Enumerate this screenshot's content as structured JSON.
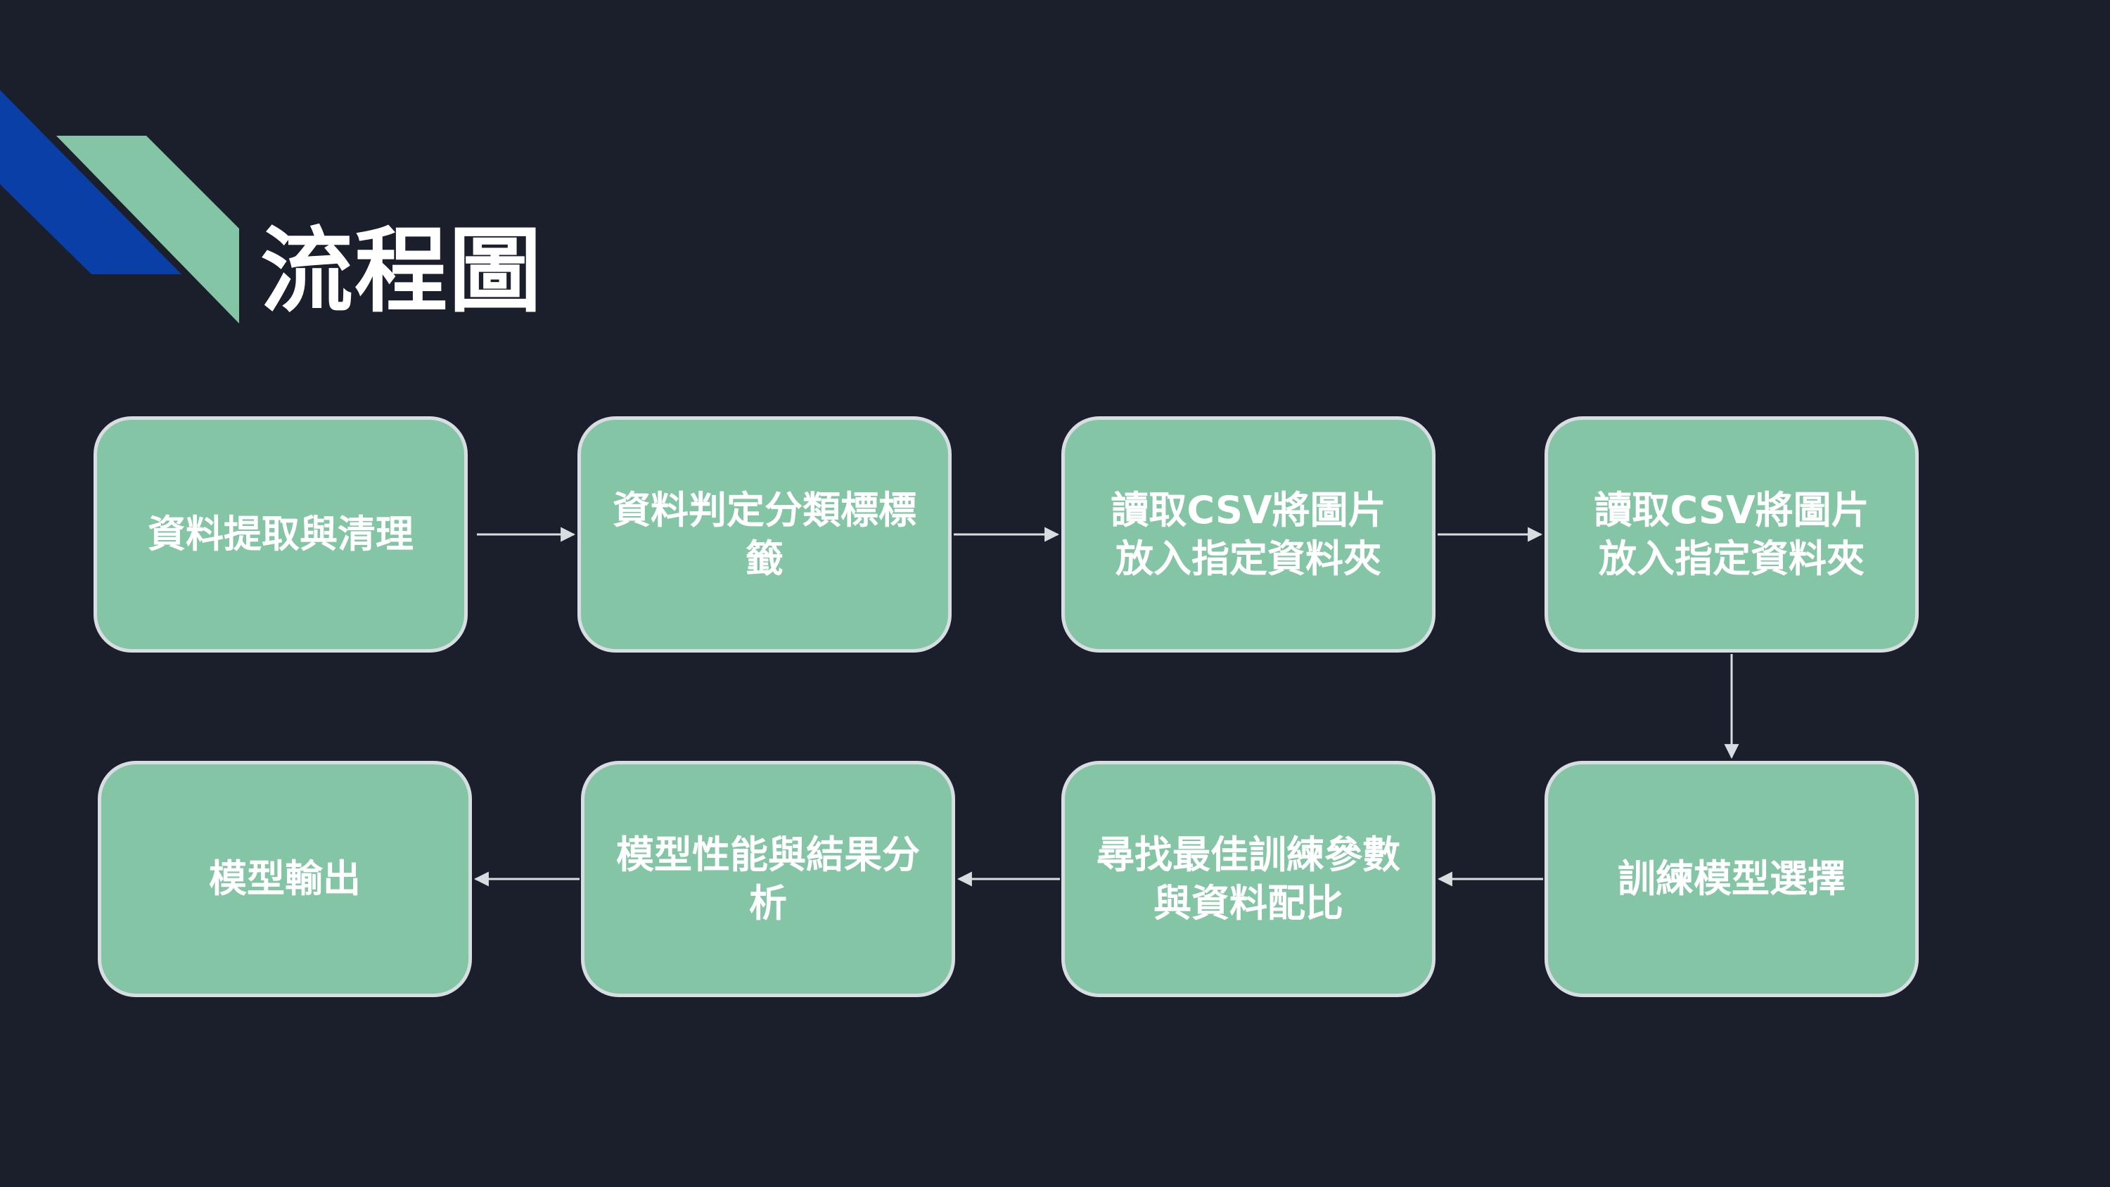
{
  "title": "流程圖",
  "colors": {
    "background": "#1b1f2c",
    "box_fill": "#84c5a6",
    "box_border": "#d8dde2",
    "accent_blue": "#0a3fa8",
    "accent_green": "#84c5a6",
    "connector": "#d8dde2"
  },
  "steps": [
    {
      "label": "資料提取與清理"
    },
    {
      "label": "資料判定分類標標籤"
    },
    {
      "label": "讀取CSV將圖片放入指定資料夾"
    },
    {
      "label": "讀取CSV將圖片放入指定資料夾"
    },
    {
      "label": "訓練模型選擇"
    },
    {
      "label": "尋找最佳訓練參數與資料配比"
    },
    {
      "label": "模型性能與結果分析"
    },
    {
      "label": "模型輸出"
    }
  ]
}
